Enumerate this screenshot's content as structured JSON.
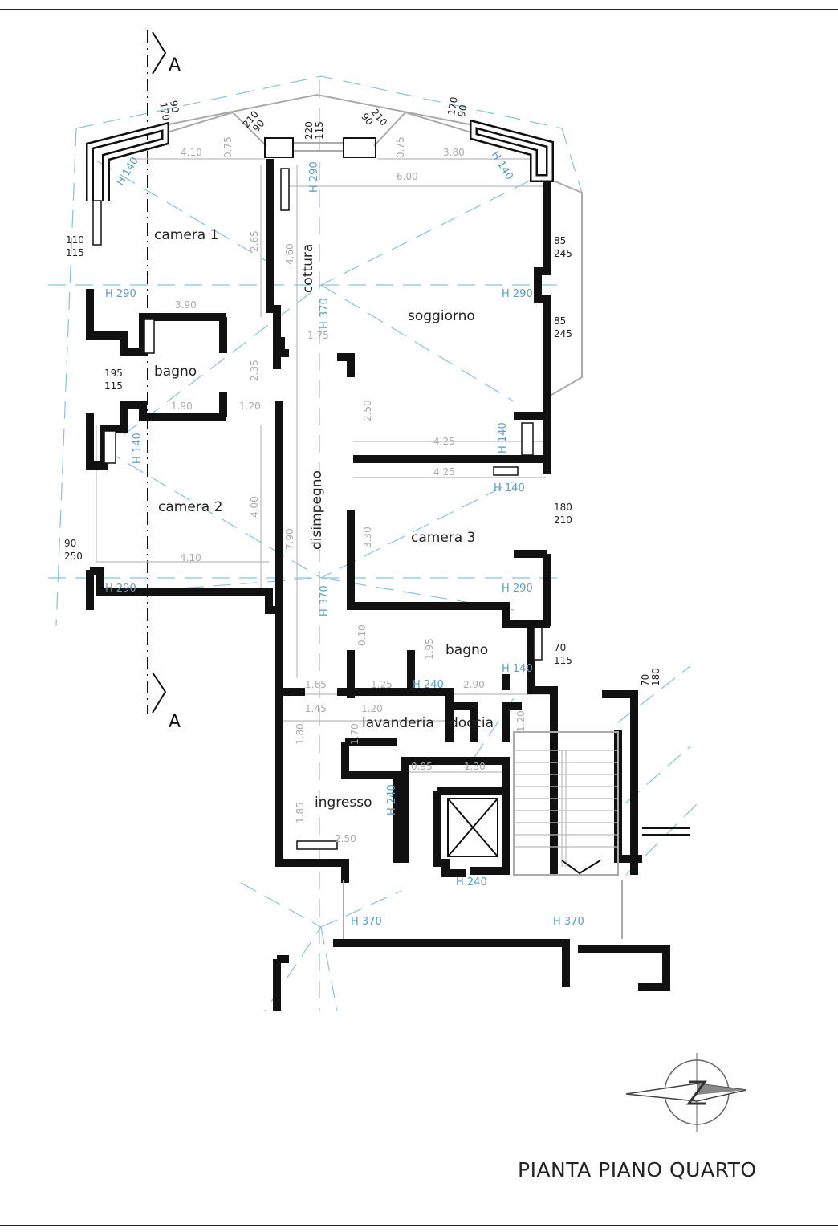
{
  "title": "PIANTA PIANO QUARTO",
  "section_marker": {
    "top": "A",
    "bottom": "A"
  },
  "rooms": [
    "camera 1",
    "bagno",
    "camera 2",
    "cottura",
    "soggiorno",
    "disimpegno",
    "camera 3",
    "bagno",
    "lavanderia",
    "doccia",
    "ingresso"
  ],
  "dimensions": [
    "4.10",
    "0.75",
    "3.80",
    "0.75",
    "6.00",
    "2.65",
    "4.60",
    "3.90",
    "1.75",
    "2.35",
    "1.90",
    "1.20",
    "2.50",
    "4.25",
    "4.25",
    "4.00",
    "7.90",
    "3.30",
    "4.10",
    "0.10",
    "1.95",
    "1.65",
    "1.25",
    "2.90",
    "1.45",
    "1.20",
    "1.80",
    "1.70",
    "1.20",
    "0.95",
    "1.30",
    "1.85",
    "2.50"
  ],
  "window_ratios": [
    {
      "top": "90",
      "bottom": "170"
    },
    {
      "top": "210",
      "bottom": "90"
    },
    {
      "top": "220",
      "bottom": "115"
    },
    {
      "top": "210",
      "bottom": "90"
    },
    {
      "top": "170",
      "bottom": "90"
    },
    {
      "top": "110",
      "bottom": "115"
    },
    {
      "top": "85",
      "bottom": "245"
    },
    {
      "top": "85",
      "bottom": "245"
    },
    {
      "top": "195",
      "bottom": "115"
    },
    {
      "top": "90",
      "bottom": "250"
    },
    {
      "top": "180",
      "bottom": "210"
    },
    {
      "top": "70",
      "bottom": "115"
    },
    {
      "top": "70",
      "bottom": "180"
    }
  ],
  "heights": [
    "H 140",
    "H 290",
    "H 140",
    "H 290",
    "H 290",
    "H 370",
    "H 140",
    "H 140",
    "H 140",
    "H 290",
    "H 290",
    "H 370",
    "H 140",
    "H 240",
    "H 240",
    "H 240",
    "H 370",
    "H 370"
  ],
  "colors": {
    "walls": "#111111",
    "dimensions": "#aaaaaa",
    "heights": "#5a9cbd",
    "construction_lines": "#8cc0d8"
  },
  "icons": [
    "north-arrow-icon",
    "elevator-icon",
    "staircase-icon",
    "radiator-icon"
  ]
}
